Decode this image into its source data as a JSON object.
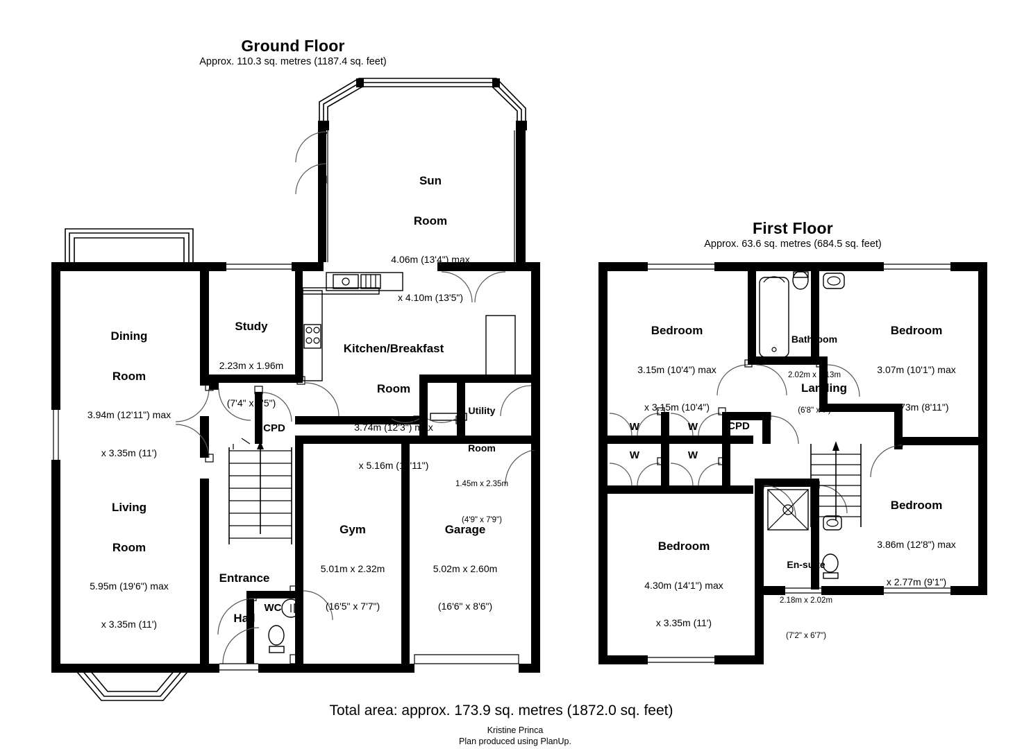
{
  "document": {
    "type": "floor-plan",
    "total_area": "Total area: approx. 173.9 sq. metres (1872.0 sq. feet)",
    "credit_author": "Kristine Princa",
    "credit_tool": "Plan produced using PlanUp.",
    "stroke_color": "#000000",
    "background_color": "#ffffff"
  },
  "floors": [
    {
      "id": "ground",
      "title": "Ground Floor",
      "subtitle": "Approx. 110.3 sq. metres (1187.4 sq. feet)",
      "rooms": [
        {
          "id": "sun-room",
          "name_lines": [
            "Sun",
            "Room"
          ],
          "name": "Sun Room",
          "dim_lines": [
            "4.06m (13'4\") max",
            "x 4.10m (13'5\")"
          ]
        },
        {
          "id": "dining-room",
          "name_lines": [
            "Dining",
            "Room"
          ],
          "name": "Dining Room",
          "dim_lines": [
            "3.94m (12'11\") max",
            "x 3.35m (11')"
          ]
        },
        {
          "id": "study",
          "name_lines": [
            "Study"
          ],
          "name": "Study",
          "dim_lines": [
            "2.23m x 1.96m",
            "(7'4\" x 6'5\")"
          ]
        },
        {
          "id": "kitchen-breakfast-room",
          "name_lines": [
            "Kitchen/Breakfast",
            "Room"
          ],
          "name": "Kitchen/Breakfast Room",
          "dim_lines": [
            "3.74m (12'3\") max",
            "x 5.16m (16'11\")"
          ]
        },
        {
          "id": "utility-room",
          "name_lines": [
            "Utility",
            "Room"
          ],
          "name": "Utility Room",
          "dim_lines": [
            "1.45m x 2.35m",
            "(4'9\" x 7'9\")"
          ]
        },
        {
          "id": "living-room",
          "name_lines": [
            "Living",
            "Room"
          ],
          "name": "Living Room",
          "dim_lines": [
            "5.95m (19'6\") max",
            "x 3.35m (11')"
          ]
        },
        {
          "id": "gym",
          "name_lines": [
            "Gym"
          ],
          "name": "Gym",
          "dim_lines": [
            "5.01m x 2.32m",
            "(16'5\" x 7'7\")"
          ]
        },
        {
          "id": "garage",
          "name_lines": [
            "Garage"
          ],
          "name": "Garage",
          "dim_lines": [
            "5.02m x 2.60m",
            "(16'6\" x 8'6\")"
          ]
        },
        {
          "id": "entrance-hall",
          "name_lines": [
            "Entrance",
            "Hall"
          ],
          "name": "Entrance Hall",
          "dim_lines": []
        }
      ],
      "tags": [
        {
          "id": "cpd-ground",
          "label": "CPD"
        },
        {
          "id": "wc-ground",
          "label": "WC"
        }
      ]
    },
    {
      "id": "first",
      "title": "First Floor",
      "subtitle": "Approx. 63.6 sq. metres (684.5 sq. feet)",
      "rooms": [
        {
          "id": "bedroom-1",
          "name_lines": [
            "Bedroom"
          ],
          "name": "Bedroom",
          "dim_lines": [
            "3.15m (10'4\") max",
            "x 3.15m (10'4\")"
          ]
        },
        {
          "id": "bathroom",
          "name_lines": [
            "Bathroom"
          ],
          "name": "Bathroom",
          "dim_lines": [
            "2.02m x 2.13m",
            "(6'8\" x 7')"
          ]
        },
        {
          "id": "bedroom-2",
          "name_lines": [
            "Bedroom"
          ],
          "name": "Bedroom",
          "dim_lines": [
            "3.07m (10'1\") max",
            "x 2.73m (8'11\")"
          ]
        },
        {
          "id": "landing",
          "name_lines": [
            "Landing"
          ],
          "name": "Landing",
          "dim_lines": []
        },
        {
          "id": "bedroom-3",
          "name_lines": [
            "Bedroom"
          ],
          "name": "Bedroom",
          "dim_lines": [
            "3.86m (12'8\") max",
            "x 2.77m (9'1\")"
          ]
        },
        {
          "id": "bedroom-4",
          "name_lines": [
            "Bedroom"
          ],
          "name": "Bedroom",
          "dim_lines": [
            "4.30m (14'1\") max",
            "x 3.35m (11')"
          ]
        },
        {
          "id": "en-suite",
          "name_lines": [
            "En-suite"
          ],
          "name": "En-suite",
          "dim_lines": [
            "2.18m x 2.02m",
            "(7'2\" x 6'7\")"
          ]
        }
      ],
      "tags": [
        {
          "id": "cpd-first",
          "label": "CPD"
        },
        {
          "id": "wardrobe-1",
          "label": "W"
        },
        {
          "id": "wardrobe-2",
          "label": "W"
        },
        {
          "id": "wardrobe-3",
          "label": "W"
        },
        {
          "id": "wardrobe-4",
          "label": "W"
        }
      ]
    }
  ]
}
